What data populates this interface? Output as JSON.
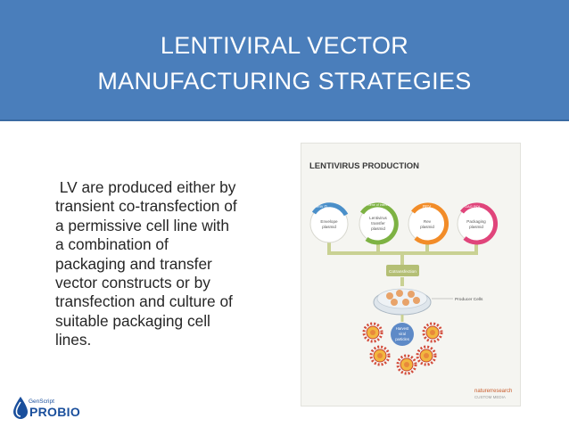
{
  "header": {
    "title_line1": "LENTIVIRAL VECTOR",
    "title_line2": "MANUFACTURING STRATEGIES"
  },
  "body": {
    "lines": [
      " LV are produced either by",
      "transient co-transfection of",
      "a permissive cell line with",
      "a combination of",
      "packaging and transfer",
      "vector constructs or by",
      "transfection and culture of",
      "suitable packaging cell",
      "lines."
    ]
  },
  "figure": {
    "title": "LENTIVIRUS PRODUCTION",
    "plasmids": [
      {
        "label_line1": "Envelope",
        "label_line2": "plasmid",
        "label_line3": "",
        "arc_label": "env G",
        "color": "#4a8fc9"
      },
      {
        "label_line1": "Lentivirus",
        "label_line2": "transfer",
        "label_line3": "plasmid",
        "arc_label": "Gene of interest",
        "color": "#7db243"
      },
      {
        "label_line1": "Rev",
        "label_line2": "plasmid",
        "label_line3": "",
        "arc_label": "REV",
        "color": "#f28c28"
      },
      {
        "label_line1": "Packaging",
        "label_line2": "plasmid",
        "label_line3": "",
        "arc_label": "GAG POL",
        "color": "#e0457b"
      }
    ],
    "cotransfection_label": "Cotransfection",
    "producer_cells_label": "Producer Cells",
    "harvest_label_line1": "Harvest",
    "harvest_label_line2": "viral",
    "harvest_label_line3": "particles",
    "credit_brand": "naturerresearch",
    "credit_sub": "CUSTOM MEDIA"
  },
  "logo": {
    "top_text": "GenScript",
    "bottom_text": "PROBIO",
    "color": "#1a4f9c"
  }
}
